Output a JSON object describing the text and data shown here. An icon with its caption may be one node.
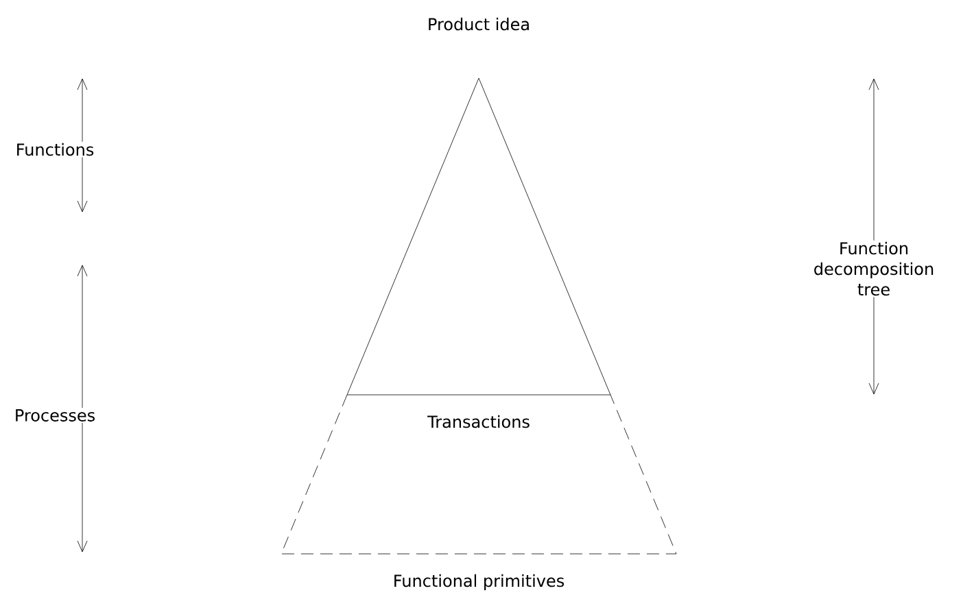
{
  "diagram": {
    "nodes": [
      {
        "text": [
          "Product idea"
        ]
      },
      {
        "text": [
          "Transactions",
          "Functional primitives"
        ]
      }
    ],
    "edges": [],
    "labels": [
      "Functions",
      "Processes",
      "Function decomposition tree"
    ]
  }
}
